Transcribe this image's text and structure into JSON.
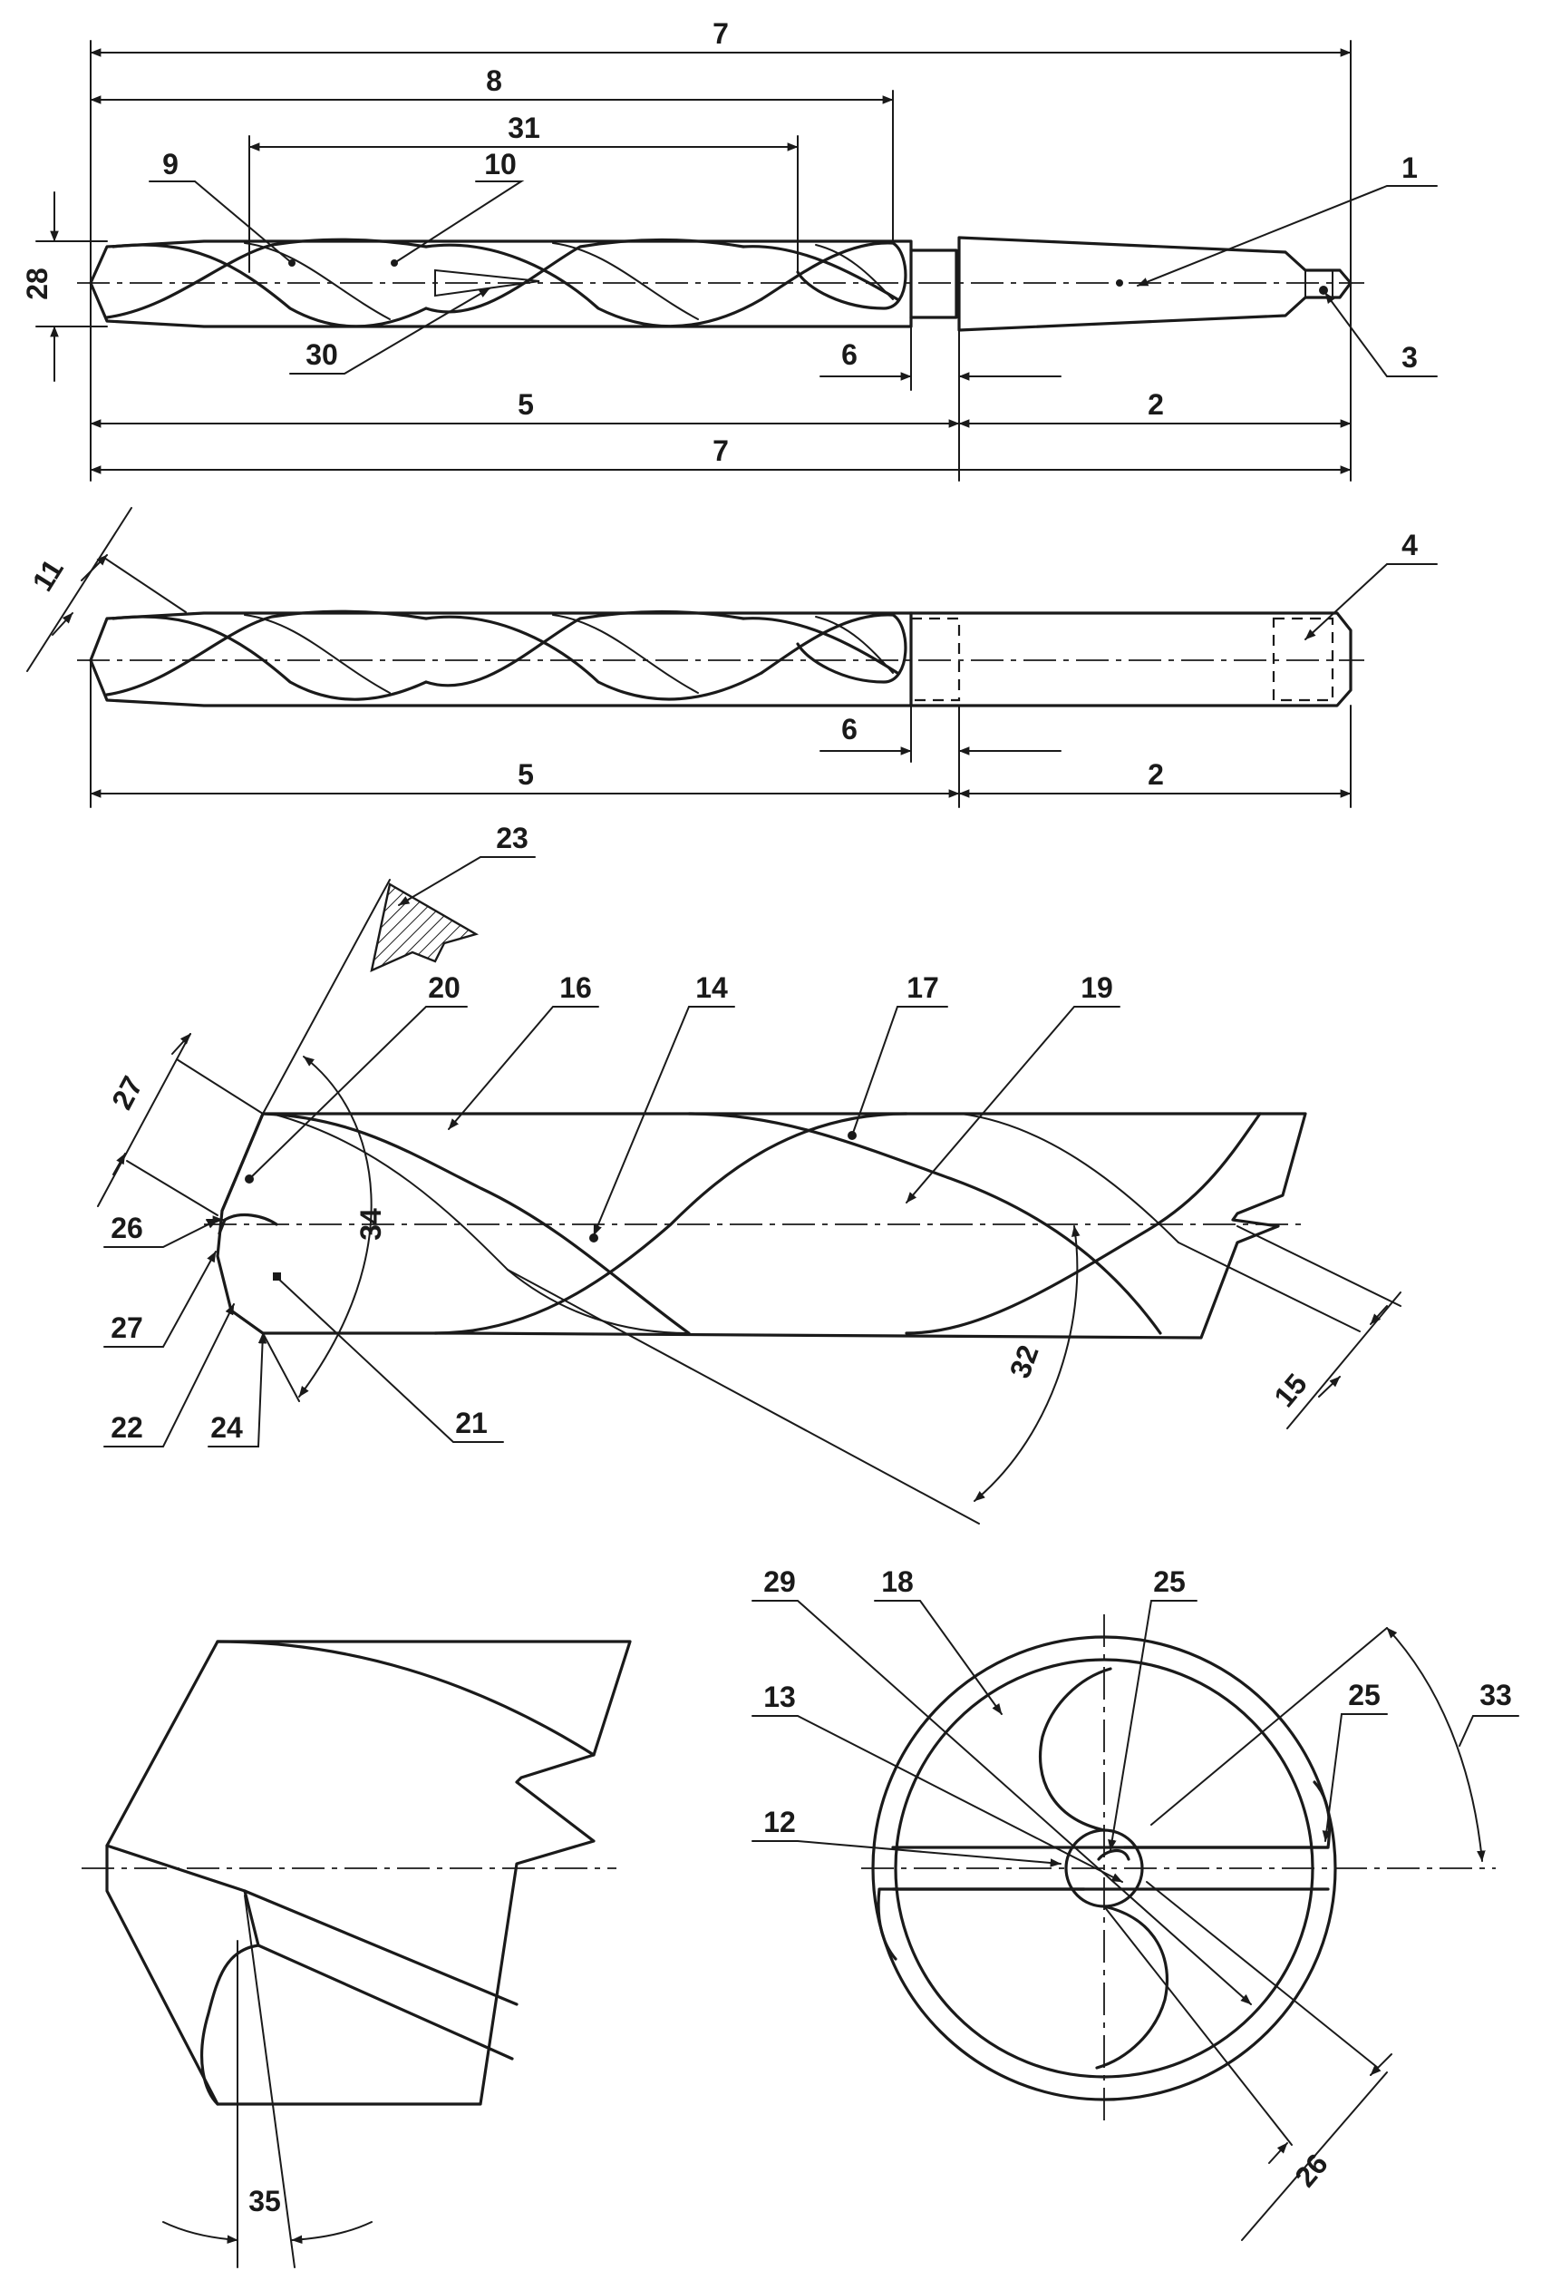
{
  "dimensions": {
    "d7_top": "7",
    "d8": "8",
    "d31": "31",
    "d28": "28",
    "d6_a": "6",
    "d5_a": "5",
    "d2_a": "2",
    "d7_bottom": "7",
    "d11": "11",
    "d6_b": "6",
    "d5_b": "5",
    "d2_b": "2",
    "d27_a": "27",
    "d34": "34",
    "d32": "32",
    "d15": "15",
    "d33": "33",
    "d26_b": "26",
    "d35": "35"
  },
  "callouts": {
    "c1": "1",
    "c3": "3",
    "c4": "4",
    "c9": "9",
    "c10": "10",
    "c30": "30",
    "c23": "23",
    "c20": "20",
    "c16": "16",
    "c14": "14",
    "c17": "17",
    "c19": "19",
    "c26_a": "26",
    "c27_b": "27",
    "c22": "22",
    "c24": "24",
    "c21": "21",
    "c29": "29",
    "c18": "18",
    "c25_a": "25",
    "c25_b": "25",
    "c13": "13",
    "c12": "12"
  }
}
